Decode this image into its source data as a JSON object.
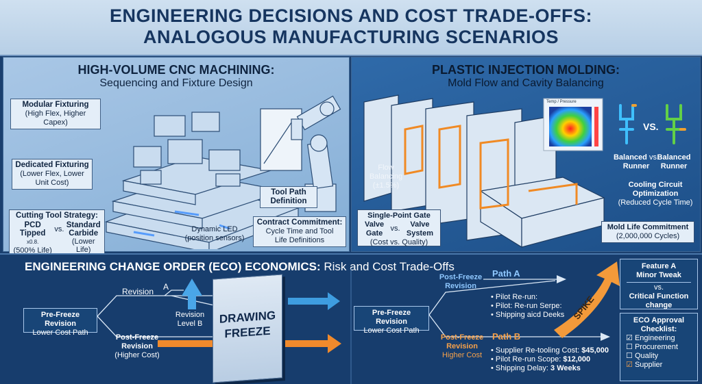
{
  "header": {
    "line1": "ENGINEERING DECISIONS AND COST TRADE-OFFS:",
    "line2": "ANALOGOUS MANUFACTURING SCENARIOS"
  },
  "cnc": {
    "title": "HIGH-VOLUME CNC MACHINING:",
    "subtitle": "Sequencing and Fixture Design",
    "modular_title": "Modular Fixturing",
    "modular_sub": "(High Flex, Higher Capex)",
    "dedicated_title": "Dedicated Fixturing",
    "dedicated_sub1": "(Lower Flex, Lower",
    "dedicated_sub2": "Unit Cost)",
    "tool_title": "Cutting Tool Strategy:",
    "tool_a": "PCD Tipped",
    "tool_a_note": "x0.8.",
    "tool_vs": "vs.",
    "tool_b": "Standard",
    "tool_b2": "Carbide",
    "tool_a_life": "(500% Life)",
    "tool_b_life": "(Lower Life)",
    "led1": "Dynamic LED",
    "led2": "(position sensors)",
    "toolpath1": "Tool Path",
    "toolpath2": "Definition",
    "contract_title": "Contract Commitment:",
    "contract_l1": "Cycle Time and Tool",
    "contract_l2": "Life Definitions"
  },
  "molding": {
    "title": "PLASTIC INJECTION MOLDING:",
    "subtitle": "Mold Flow and Cavity Balancing",
    "heat_label": "Temp / Pressure",
    "vs": "VS.",
    "runner_a1": "Balanced",
    "runner_vs": "vs.",
    "runner_a2": "Runner",
    "runner_b1": "Balanced",
    "runner_b2": "Runner",
    "flow1": "Flow",
    "flow2": "Balancing",
    "flow3": "(±1.5%)",
    "cool1": "Cooling Circuit",
    "cool2": "Optimization",
    "cool3": "(Reduced Cycle Time)",
    "gate_title": "Single-Point Gate",
    "gate_a1": "Valve",
    "gate_a2": "Gate",
    "gate_vs": "vs.",
    "gate_b1": "Valve",
    "gate_b2": "System",
    "gate_sub": "(Cost vs. Quality)",
    "life_title": "Mold Life Commitment",
    "life_sub": "(2,000,000 Cycles)"
  },
  "eco": {
    "title_bold": "ENGINEERING CHANGE ORDER (ECO) ECONOMICS:",
    "title_rest": " Risk and Cost Trade-Offs",
    "left": {
      "prefreeze_title": "Pre-Freeze Revision",
      "prefreeze_sub": "Lower Cost Path",
      "revision": "Revision",
      "rev_a": "A",
      "revb1": "Revision",
      "revb2": "Level B",
      "post1": "Post-Freeze",
      "post2": "Revision",
      "post3": "(Higher Cost)",
      "freeze1": "DRAWING",
      "freeze2": "FREEZE"
    },
    "right": {
      "prefreeze_title": "Pre-Freeze Revision",
      "prefreeze_sub": "Lower Cost Path",
      "postA1": "Post-Freeze",
      "postA2": "Revision",
      "pathA": "Path A",
      "pathA_items": [
        "Pilot Re-run:",
        "Pilot: Re-run Serpe:",
        "Shipping aicd Deeks"
      ],
      "spike": "SPIKE",
      "postB1": "Post-Freeze",
      "postB2": "Revision",
      "postB3": "Higher Cost",
      "pathB": "Path B",
      "pathB_items": [
        {
          "label": "Supplier Re-tooling Cost: ",
          "value": "$45,000"
        },
        {
          "label": "Pilot Re-run Scope: ",
          "value": "$12,000"
        },
        {
          "label": "Shipping Delay: ",
          "value": "3 Weeks"
        }
      ]
    },
    "feature": {
      "l1": "Feature A",
      "l2": "Minor Tweak",
      "vs": "vs.",
      "l3": "Critical Function",
      "l4": "change"
    },
    "checklist": {
      "title1": "ECO Approval",
      "title2": "Checklist:",
      "items": [
        {
          "label": "Engineering",
          "checked": true
        },
        {
          "label": "Procurement",
          "checked": false
        },
        {
          "label": "Quality",
          "checked": false
        },
        {
          "label": "Supplier",
          "checked": true
        }
      ]
    }
  }
}
